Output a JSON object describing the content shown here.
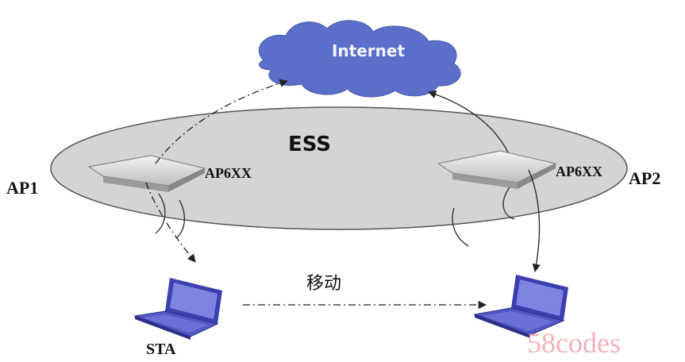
{
  "cloud": {
    "label": "Internet",
    "fill": "#5b6fc8"
  },
  "ess": {
    "label": "ESS",
    "fill": "#d6d6d6"
  },
  "ap1": {
    "label": "AP1",
    "model": "AP6XX"
  },
  "ap2": {
    "label": "AP2",
    "model": "AP6XX"
  },
  "sta": {
    "label": "STA"
  },
  "move": {
    "label": "移动"
  },
  "watermark": {
    "label": "58codes",
    "color": "#f3aab2"
  },
  "colors": {
    "laptop": "#3c3fb0",
    "screen": "#7e84e0",
    "line": "#222222"
  },
  "icons": [
    "cloud-icon",
    "access-point-icon",
    "laptop-icon"
  ]
}
